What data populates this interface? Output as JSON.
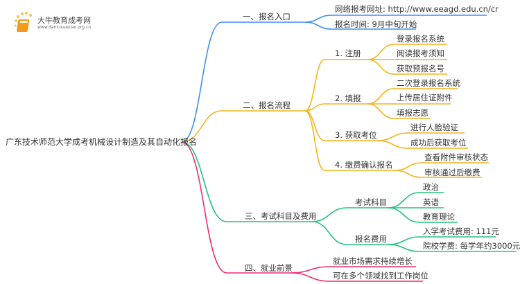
{
  "logo": {
    "name": "大牛教育成考网",
    "url": "www.daniuxuexiao.org.cn"
  },
  "colors": {
    "blue": "#3d8ff5",
    "orange": "#f5b21a",
    "green": "#21c47a",
    "pink": "#f02a7a"
  },
  "root": "广东技术师范大学成考机械设计制造及其自动化报名",
  "branches": [
    {
      "label": "一、报名入口",
      "children": [
        {
          "label": "网络报考网址: http://www.eeagd.edu.cn/cr"
        },
        {
          "label": "报名时间: 9月中旬开始"
        }
      ]
    },
    {
      "label": "二、报名流程",
      "children": [
        {
          "label": "1. 注册",
          "children": [
            "登录报名系统",
            "阅读报考须知",
            "获取预报名号"
          ]
        },
        {
          "label": "2. 填报",
          "children": [
            "二次登录报名系统",
            "上传居住证附件",
            "填报志愿"
          ]
        },
        {
          "label": "3. 获取考位",
          "children": [
            "进行人脸验证",
            "成功后获取考位"
          ]
        },
        {
          "label": "4. 缴费确认报名",
          "children": [
            "查看附件审核状态",
            "审核通过后缴费"
          ]
        }
      ]
    },
    {
      "label": "三、考试科目及费用",
      "children": [
        {
          "label": "考试科目",
          "children": [
            "政治",
            "英语",
            "教育理论"
          ]
        },
        {
          "label": "报名费用",
          "children": [
            "入学考试费用: 111元",
            "院校学费: 每学年约3000元"
          ]
        }
      ]
    },
    {
      "label": "四、就业前景",
      "children": [
        {
          "label": "就业市场需求持续增长"
        },
        {
          "label": "可在多个领域找到工作岗位"
        }
      ]
    }
  ]
}
